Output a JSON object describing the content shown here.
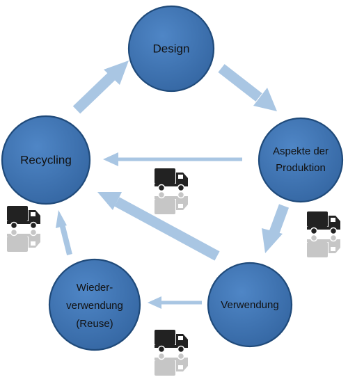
{
  "nodes": {
    "design": {
      "label": "Design"
    },
    "aspekte": {
      "lines": [
        "Aspekte der",
        "Produktion"
      ]
    },
    "verwendung": {
      "label": "Verwendung"
    },
    "wiederverwendung": {
      "lines": [
        "Wieder-",
        "verwendung",
        "(Reuse)"
      ]
    },
    "recycling": {
      "label": "Recycling"
    }
  },
  "colors": {
    "node_fill": "#3f75b3",
    "node_stroke": "#1f4a7a",
    "arrow": "#a9c6e3",
    "truck": "#222222"
  },
  "icons": {
    "transport": "truck-icon"
  }
}
